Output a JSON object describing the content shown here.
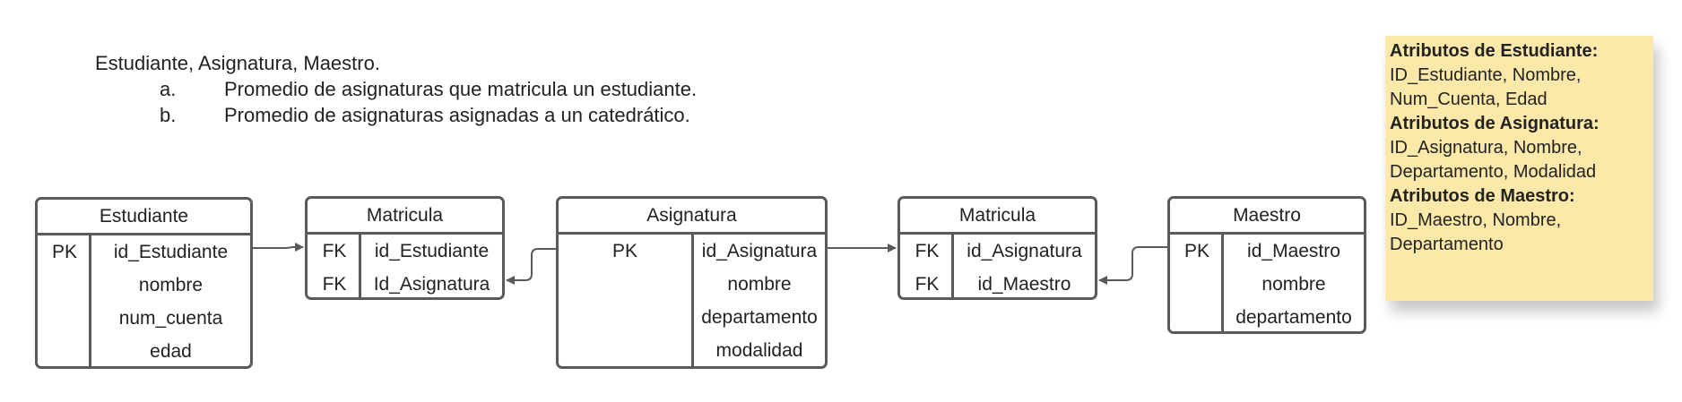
{
  "intro": {
    "heading": "Estudiante, Asignatura, Maestro.",
    "items": [
      {
        "letter": "a.",
        "text": "Promedio de asignaturas que matricula un estudiante."
      },
      {
        "letter": "b.",
        "text": "Promedio de asignaturas asignadas a un catedrático."
      }
    ]
  },
  "note": {
    "estudiante_heading": "Atributos de Estudiante:",
    "estudiante_attrs_1": "ID_Estudiante, Nombre,",
    "estudiante_attrs_2": "Num_Cuenta, Edad",
    "asignatura_heading": "Atributos de Asignatura:",
    "asignatura_attrs_1": "ID_Asignatura, Nombre,",
    "asignatura_attrs_2": "Departamento, Modalidad",
    "maestro_heading": "Atributos de Maestro:",
    "maestro_attrs_1": "ID_Maestro, Nombre,",
    "maestro_attrs_2": "Departamento",
    "color": "#fce9a9"
  },
  "entities": {
    "estudiante": {
      "title": "Estudiante",
      "keys": [
        "PK"
      ],
      "fields": [
        "id_Estudiante",
        "nombre",
        "num_cuenta",
        "edad"
      ]
    },
    "matricula1": {
      "title": "Matricula",
      "keys": [
        "FK",
        "FK"
      ],
      "fields": [
        "id_Estudiante",
        "Id_Asignatura"
      ]
    },
    "asignatura": {
      "title": "Asignatura",
      "keys": [
        "PK"
      ],
      "fields": [
        "id_Asignatura",
        "nombre",
        "departamento",
        "modalidad"
      ]
    },
    "matricula2": {
      "title": "Matricula",
      "keys": [
        "FK",
        "FK"
      ],
      "fields": [
        "id_Asignatura",
        "id_Maestro"
      ]
    },
    "maestro": {
      "title": "Maestro",
      "keys": [
        "PK"
      ],
      "fields": [
        "id_Maestro",
        "nombre",
        "departamento"
      ]
    }
  },
  "line_color": "#5a5a5a"
}
